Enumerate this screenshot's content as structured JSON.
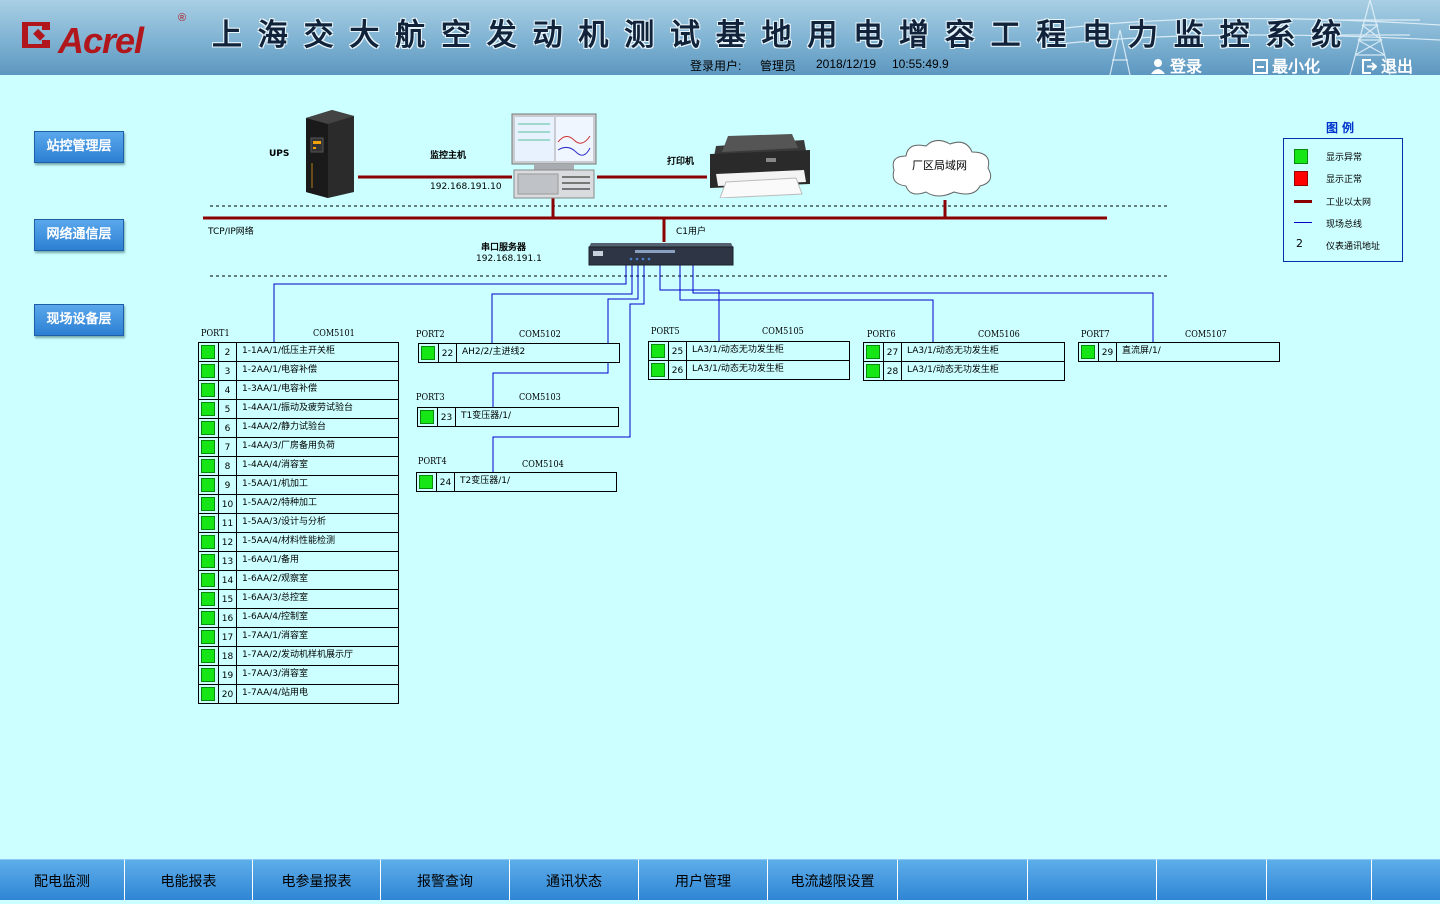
{
  "header": {
    "logo_text": "Acrel",
    "logo_reg": "®",
    "title": "上海交大航空发动机测试基地用电增容工程电力监控系统",
    "login_label": "登录用户:",
    "user": "管理员",
    "date": "2018/12/19",
    "time": "10:55:49.9",
    "btn_login": "登录",
    "btn_minimize": "最小化",
    "btn_exit": "退出"
  },
  "layers": {
    "station": "站控管理层",
    "network": "网络通信层",
    "field": "现场设备层"
  },
  "devices": {
    "ups": "UPS",
    "host": "监控主机",
    "host_ip": "192.168.191.10",
    "printer": "打印机",
    "lan": "厂区局域网",
    "tcpip": "TCP/IP网络",
    "c1": "C1用户",
    "serial": "串口服务器",
    "serial_ip": "192.168.191.1"
  },
  "legend": {
    "title": "图例",
    "abnormal": "显示异常",
    "normal": "显示正常",
    "ethernet": "工业以太网",
    "fieldbus": "现场总线",
    "addr_num": "2",
    "addr": "仪表通讯地址",
    "colors": {
      "abnormal": "#16e616",
      "normal": "#ff0000",
      "ethernet": "#8b0000",
      "fieldbus": "#0000cc"
    }
  },
  "ports": {
    "p1": {
      "port": "PORT1",
      "com": "COM5101",
      "rows": [
        {
          "addr": "2",
          "name": "1-1AA/1/低压主开关柜"
        },
        {
          "addr": "3",
          "name": "1-2AA/1/电容补偿"
        },
        {
          "addr": "4",
          "name": "1-3AA/1/电容补偿"
        },
        {
          "addr": "5",
          "name": "1-4AA/1/振动及疲劳试验台"
        },
        {
          "addr": "6",
          "name": "1-4AA/2/静力试验台"
        },
        {
          "addr": "7",
          "name": "1-4AA/3/厂房备用负荷"
        },
        {
          "addr": "8",
          "name": "1-4AA/4/消容室"
        },
        {
          "addr": "9",
          "name": "1-5AA/1/机加工"
        },
        {
          "addr": "10",
          "name": "1-5AA/2/特种加工"
        },
        {
          "addr": "11",
          "name": "1-5AA/3/设计与分析"
        },
        {
          "addr": "12",
          "name": "1-5AA/4/材料性能检测"
        },
        {
          "addr": "13",
          "name": "1-6AA/1/备用"
        },
        {
          "addr": "14",
          "name": "1-6AA/2/观察室"
        },
        {
          "addr": "15",
          "name": "1-6AA/3/总控室"
        },
        {
          "addr": "16",
          "name": "1-6AA/4/控制室"
        },
        {
          "addr": "17",
          "name": "1-7AA/1/消容室"
        },
        {
          "addr": "18",
          "name": "1-7AA/2/发动机样机展示厅"
        },
        {
          "addr": "19",
          "name": "1-7AA/3/消容室"
        },
        {
          "addr": "20",
          "name": "1-7AA/4/站用电"
        }
      ]
    },
    "p2": {
      "port": "PORT2",
      "com": "COM5102",
      "rows": [
        {
          "addr": "22",
          "name": "AH2/2/主进线2"
        }
      ]
    },
    "p3": {
      "port": "PORT3",
      "com": "COM5103",
      "rows": [
        {
          "addr": "23",
          "name": "T1变压器/1/"
        }
      ]
    },
    "p4": {
      "port": "PORT4",
      "com": "COM5104",
      "rows": [
        {
          "addr": "24",
          "name": "T2变压器/1/"
        }
      ]
    },
    "p5": {
      "port": "PORT5",
      "com": "COM5105",
      "rows": [
        {
          "addr": "25",
          "name": "LA3/1/动态无功发生柜"
        },
        {
          "addr": "26",
          "name": "LA3/1/动态无功发生柜"
        }
      ]
    },
    "p6": {
      "port": "PORT6",
      "com": "COM5106",
      "rows": [
        {
          "addr": "27",
          "name": "LA3/1/动态无功发生柜"
        },
        {
          "addr": "28",
          "name": "LA3/1/动态无功发生柜"
        }
      ]
    },
    "p7": {
      "port": "PORT7",
      "com": "COM5107",
      "rows": [
        {
          "addr": "29",
          "name": "直流屏/1/"
        }
      ]
    }
  },
  "nav": {
    "items": [
      "配电监测",
      "电能报表",
      "电参量报表",
      "报警查询",
      "通讯状态",
      "用户管理",
      "电流越限设置"
    ]
  }
}
